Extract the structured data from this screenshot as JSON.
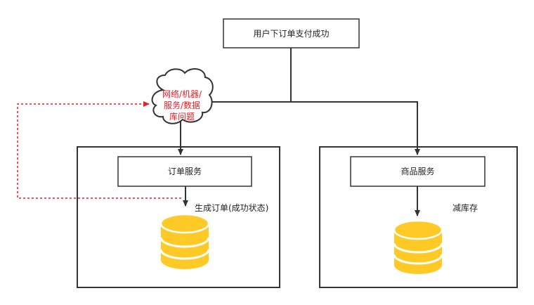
{
  "nodes": {
    "top_event": {
      "label": "用户下订单支付成功"
    },
    "failure_cloud": {
      "lines": [
        "网络/机器/",
        "服务/数据",
        "库问题"
      ]
    },
    "order_service": {
      "label": "订单服务"
    },
    "product_service": {
      "label": "商品服务"
    }
  },
  "annotations": {
    "create_order": "生成订单(成功状态)",
    "reduce_stock": "减库存"
  },
  "colors": {
    "stroke": "#333333",
    "failure": "#ee1c24",
    "database": "#ffc926"
  },
  "icons": {
    "database": "database-cylinder-icon",
    "cloud": "cloud-shape"
  }
}
